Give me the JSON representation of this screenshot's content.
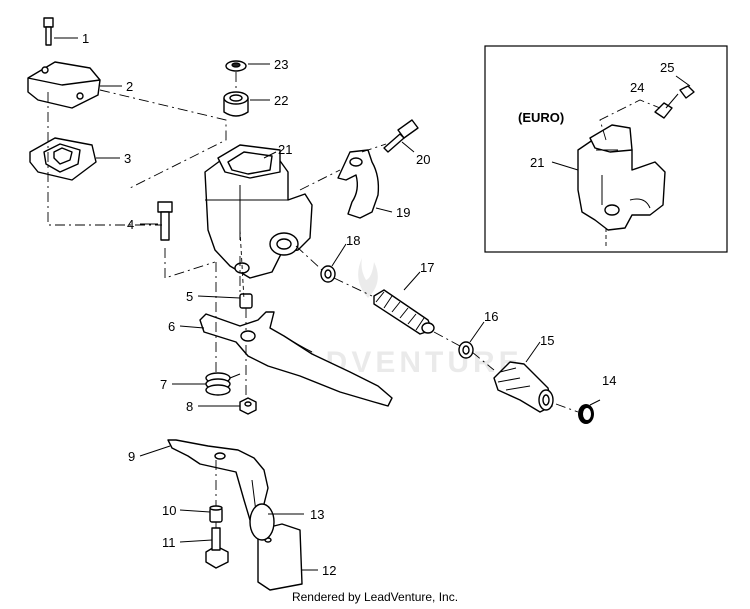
{
  "euro_label": "(EURO)",
  "watermark": "ADVENTURE",
  "footer": "Rendered by LeadVenture, Inc.",
  "callouts": {
    "c1": "1",
    "c2": "2",
    "c3": "3",
    "c4": "4",
    "c5": "5",
    "c6": "6",
    "c7": "7",
    "c8": "8",
    "c9": "9",
    "c10": "10",
    "c11": "11",
    "c12": "12",
    "c13": "13",
    "c14": "14",
    "c15": "15",
    "c16": "16",
    "c17": "17",
    "c18": "18",
    "c19": "19",
    "c20": "20",
    "c21": "21",
    "c22": "22",
    "c23": "23",
    "c24": "24",
    "c25": "25",
    "c21_euro": "21"
  }
}
